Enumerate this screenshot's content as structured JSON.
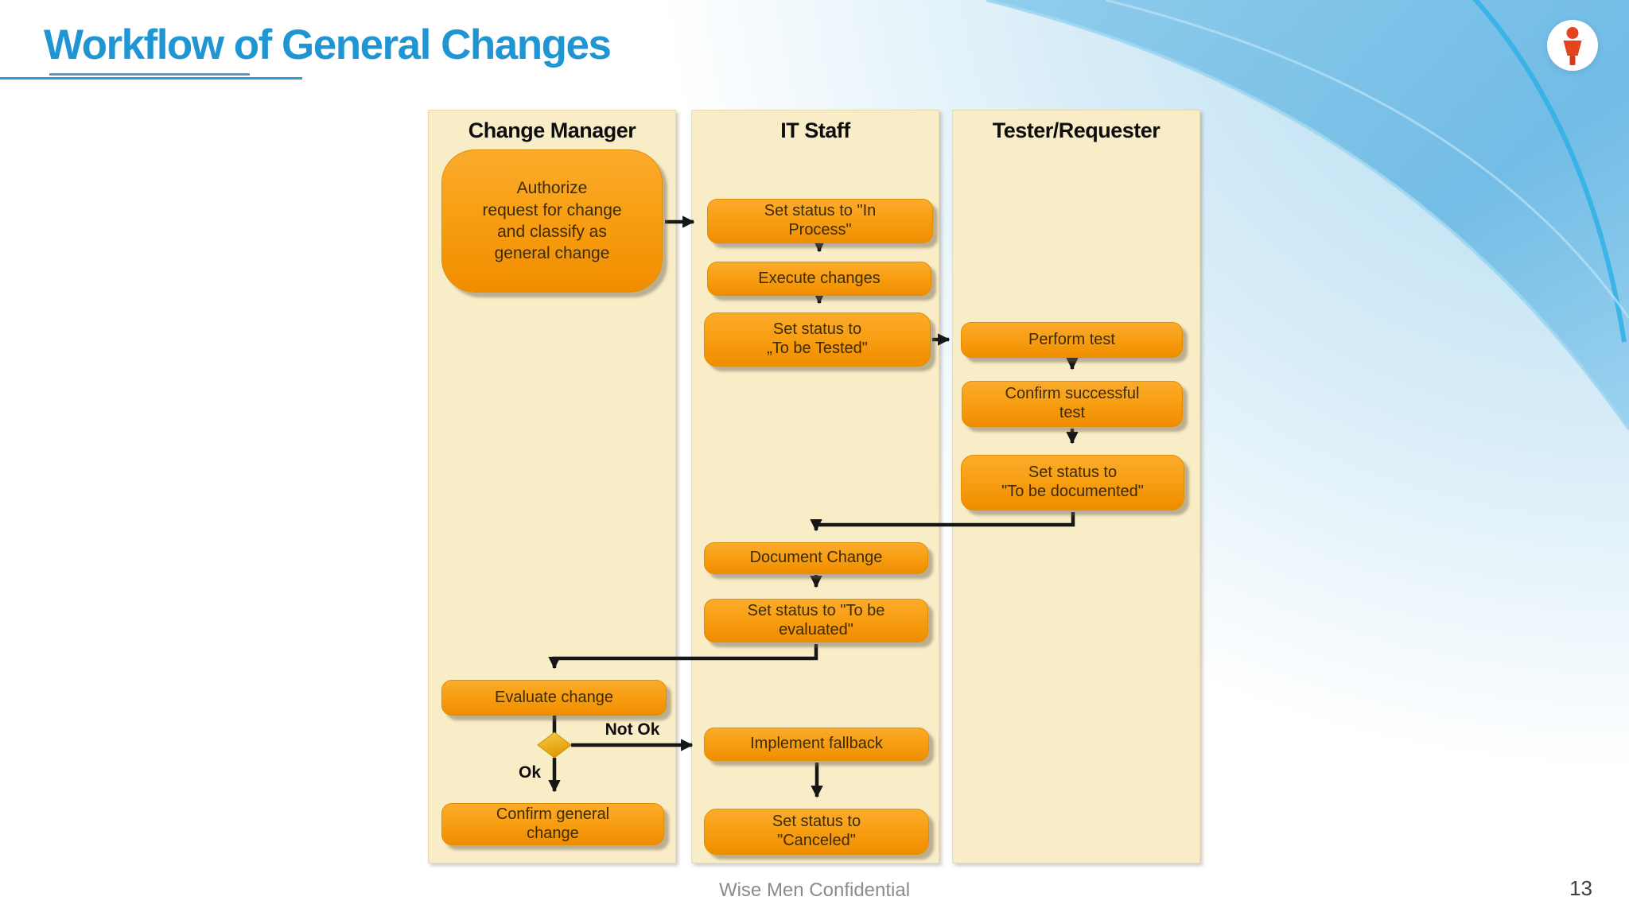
{
  "slide": {
    "title": "Workflow of General Changes",
    "footer": "Wise Men Confidential",
    "page_number": "13"
  },
  "colors": {
    "title_blue": "#1f96d3",
    "lane_background": "#f9edc8",
    "node_orange": "#f89f13",
    "node_text": "#3d2b02",
    "diamond_gold": "#eaaf1d",
    "arrow_black": "#161616",
    "swoosh_blue": "#6fbce6",
    "logo_red": "#e5431e"
  },
  "icons": {
    "logo": "person-icon"
  },
  "diagram": {
    "lanes": [
      {
        "id": "change-manager",
        "label": "Change Manager"
      },
      {
        "id": "it-staff",
        "label": "IT Staff"
      },
      {
        "id": "tester-requester",
        "label": "Tester/Requester"
      }
    ],
    "nodes": {
      "authorize": "Authorize\nrequest for change\nand classify as\ngeneral change",
      "set_in_process": "Set status to \"In\nProcess\"",
      "execute_changes": "Execute changes",
      "set_to_be_tested": "Set status to\n„To be Tested\"",
      "perform_test": "Perform test",
      "confirm_successful_test": "Confirm successful\ntest",
      "set_to_be_documented": "Set status to\n\"To be documented\"",
      "document_change": "Document Change",
      "set_to_be_evaluated": "Set status to \"To be\nevaluated\"",
      "evaluate_change": "Evaluate change",
      "implement_fallback": "Implement fallback",
      "set_canceled": "Set status to\n\"Canceled\"",
      "confirm_general_change": "Confirm general\nchange"
    },
    "decision_labels": {
      "not_ok": "Not Ok",
      "ok": "Ok"
    }
  }
}
